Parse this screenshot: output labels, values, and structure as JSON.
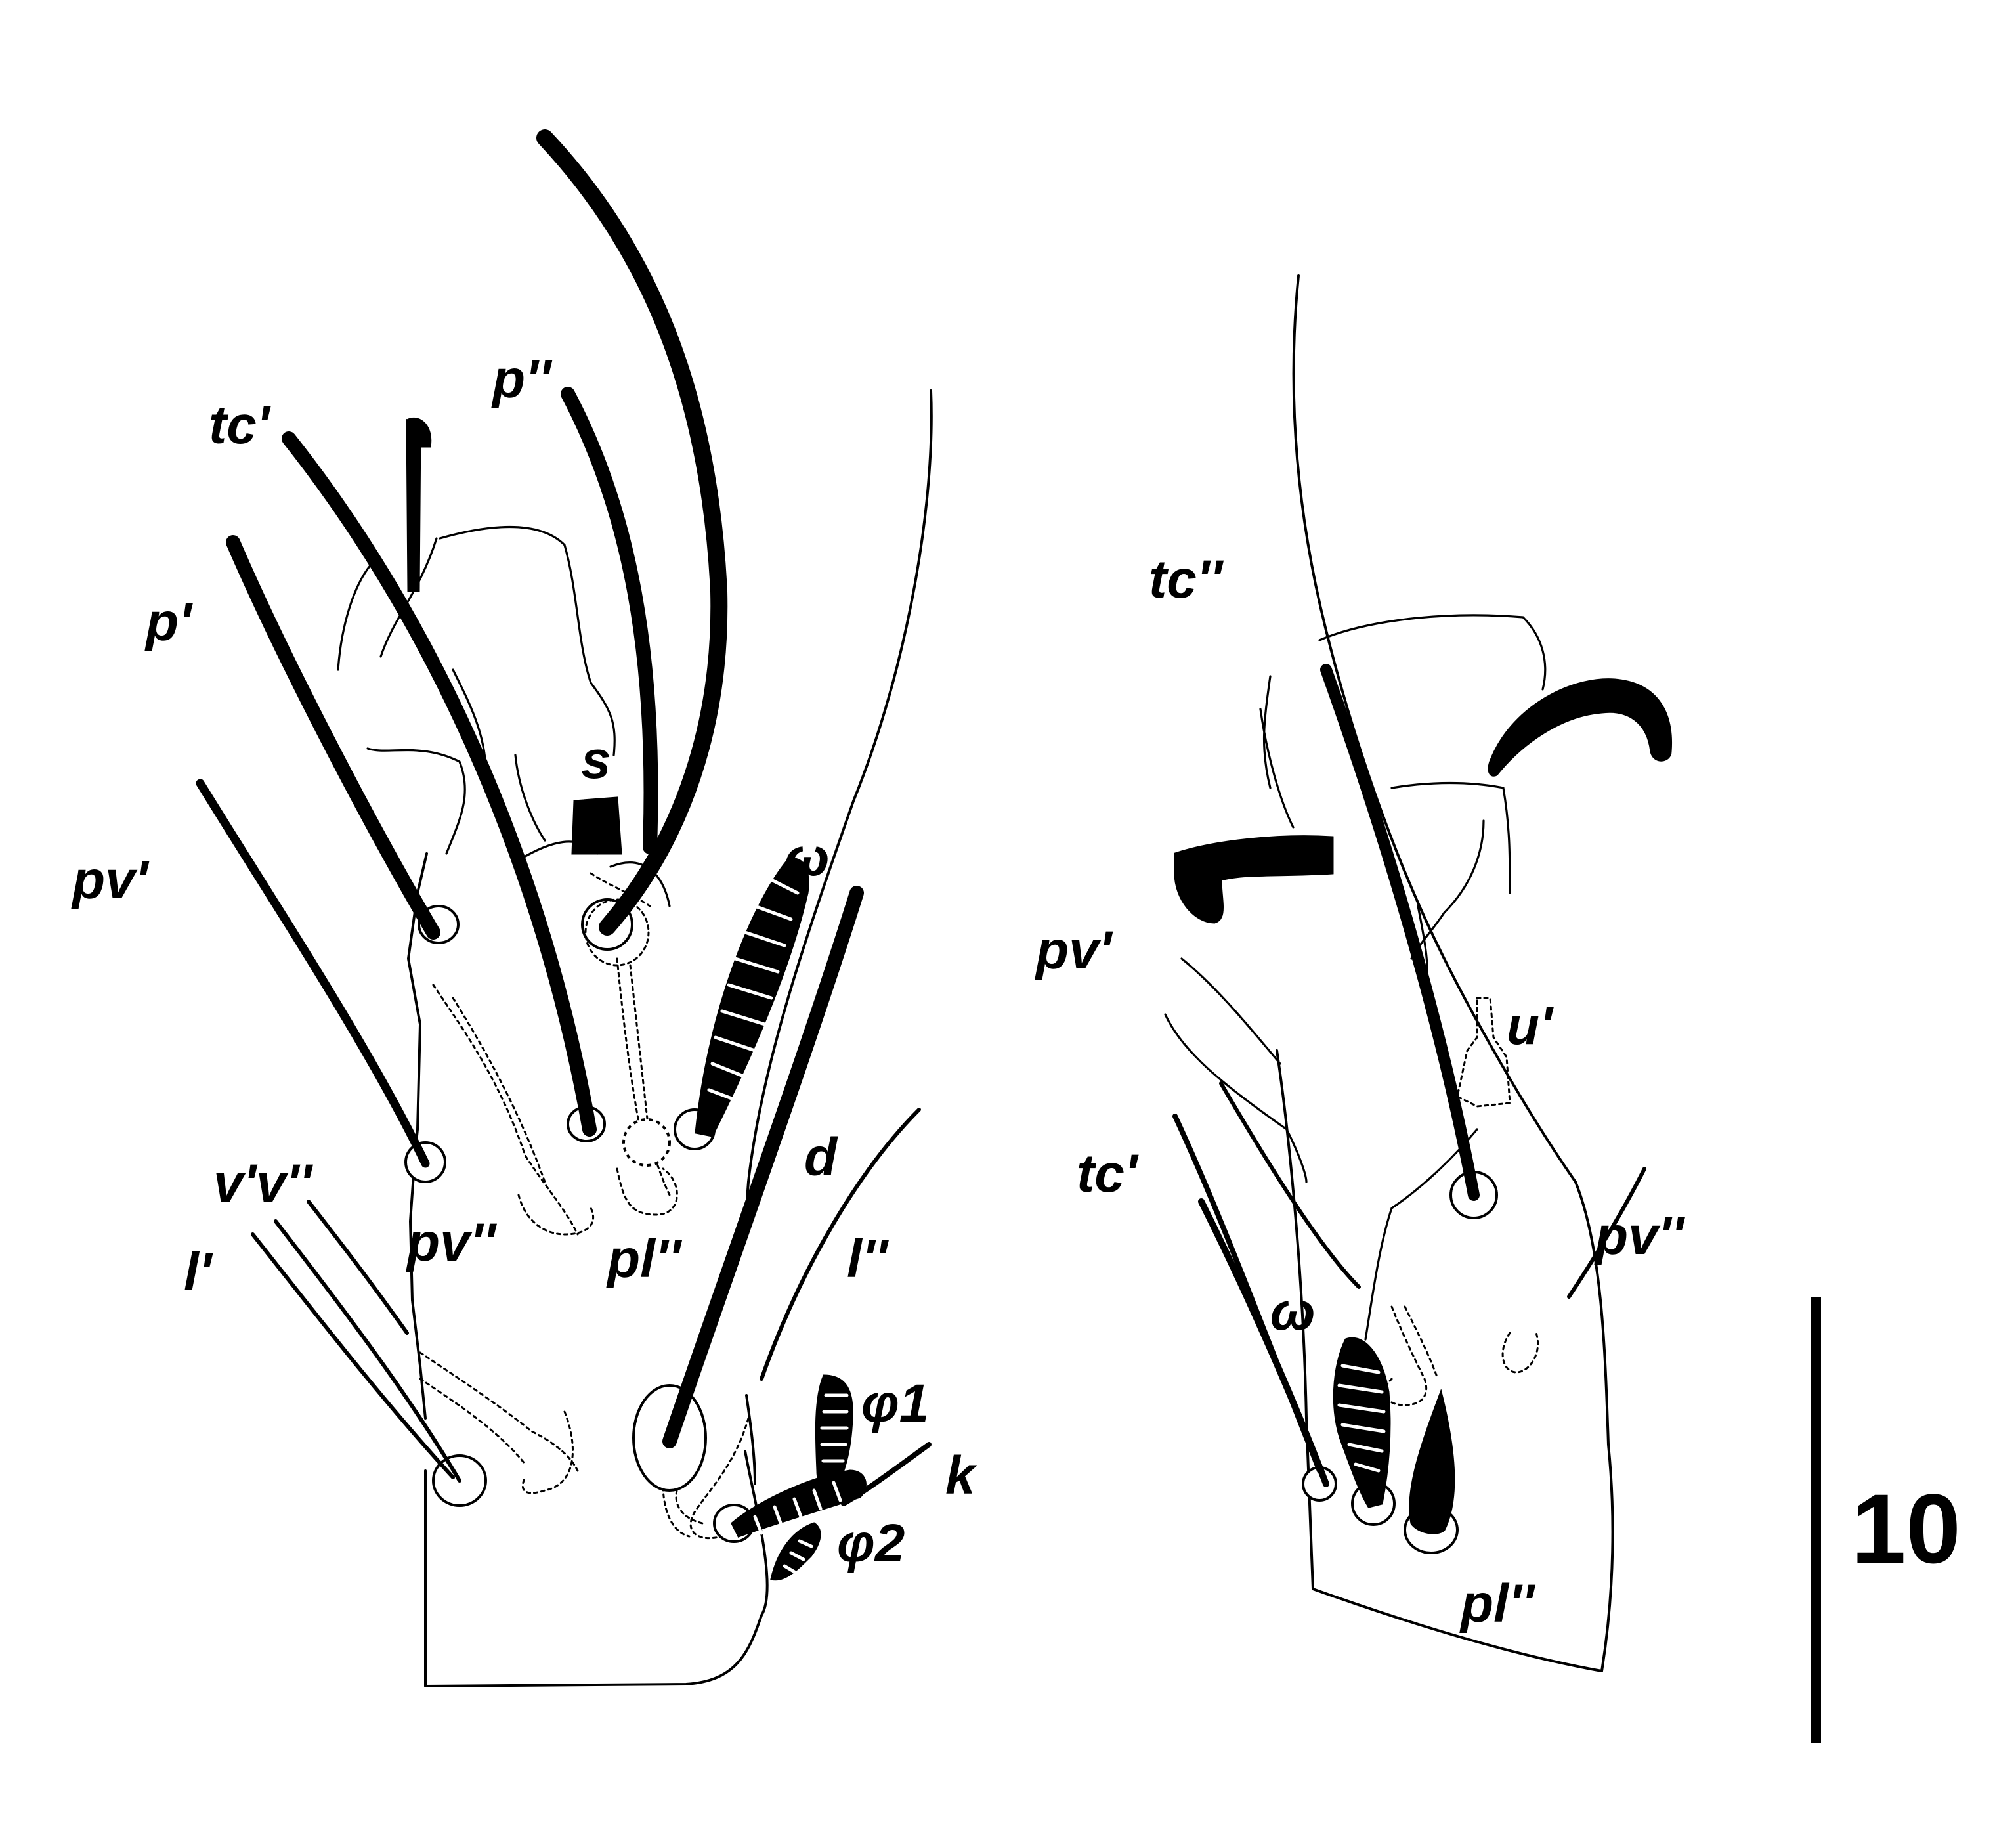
{
  "figure": {
    "left_labels": {
      "tc1": "tc'",
      "p2": "p''",
      "p1": "p'",
      "s": "s",
      "pv1": "pv'",
      "omega": "ω",
      "v1v2": "v'v''",
      "l1": "l'",
      "pv2": "pv''",
      "pl2": "pl''",
      "d": "d",
      "l2": "l''",
      "phi1": "φ1",
      "k": "k",
      "phi2": "φ2"
    },
    "right_labels": {
      "tc2": "tc''",
      "pv1": "pv'",
      "u1": "u'",
      "tc1": "tc'",
      "pv2": "pv''",
      "omega": "ω",
      "pl2": "pl''"
    },
    "scale_bar": {
      "label": "10"
    }
  }
}
